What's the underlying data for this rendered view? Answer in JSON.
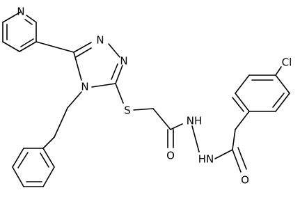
{
  "structure": {
    "atom_labels": {
      "pyridine_n": "N",
      "triazole_n1": "N",
      "triazole_n2": "N",
      "triazole_n4": "N",
      "thioether_s": "S",
      "amide_o1": "O",
      "hydrazide_nh1": "NH",
      "hydrazide_nh2": "HN",
      "amide_o2": "O",
      "chloro": "Cl"
    }
  }
}
